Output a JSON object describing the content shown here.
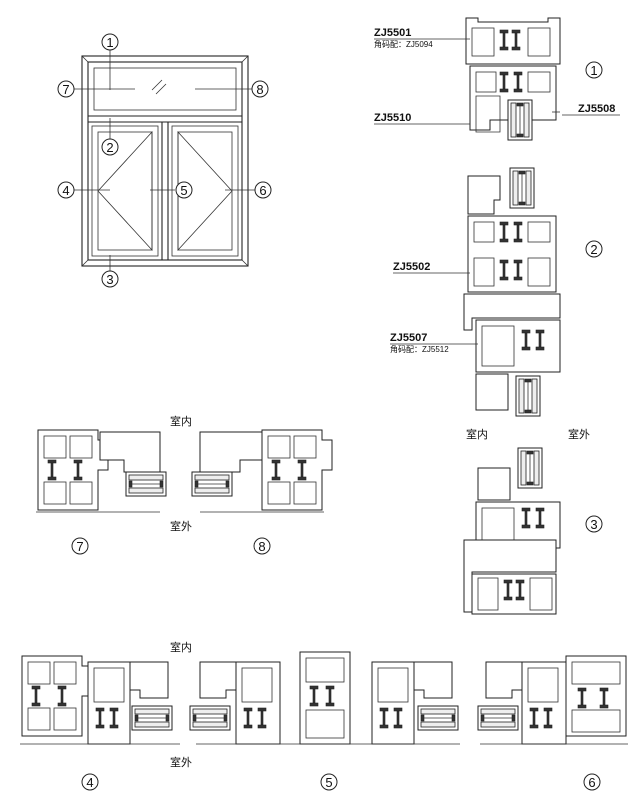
{
  "window_callouts": [
    "1",
    "2",
    "3",
    "4",
    "5",
    "6",
    "7",
    "8"
  ],
  "profile_labels": {
    "zj5501": "ZJ5501",
    "zj5501_sub": "角码配：ZJ5094",
    "zj5510": "ZJ5510",
    "zj5508": "ZJ5508",
    "zj5502": "ZJ5502",
    "zj5507": "ZJ5507",
    "zj5507_sub": "角码配：ZJ5512"
  },
  "orientation": {
    "indoor": "室内",
    "outdoor": "室外"
  },
  "section_numbers": {
    "s1": "1",
    "s2": "2",
    "s3": "3",
    "s4": "4",
    "s5": "5",
    "s6": "6",
    "s7": "7",
    "s8": "8"
  }
}
